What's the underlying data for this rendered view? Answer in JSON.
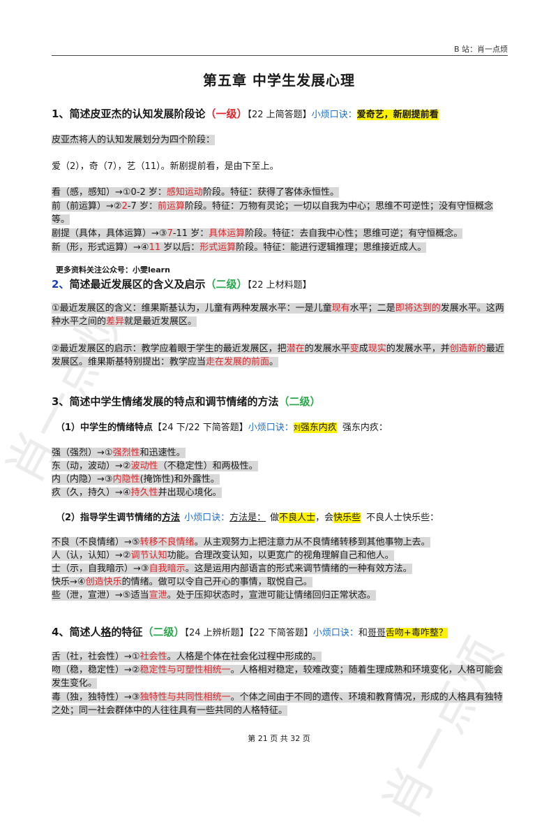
{
  "header": {
    "right": "B 站：肖一点烦"
  },
  "title": "第五章  中学生发展心理",
  "footer": "第 21 页 共 32 页",
  "promo": "更多资料关注公众号：小雯learn",
  "watermark": {
    "left": "肖一点烦",
    "right": "肖一点烦"
  },
  "s1": {
    "num": "1、",
    "title": "简述皮亚杰的认知发展阶段论",
    "level": "（一级）",
    "tag": "【22 上简答题】",
    "tip_label": "小烦口诀：",
    "tip": "爱奇艺，新剧提前看",
    "intro": "皮亚杰将人的认知发展划分为四个阶段：",
    "mnemonic": "爱（2），奇（7），艺（11）。新剧提前看，是由下至上。",
    "stages": [
      {
        "pre": "看（感，感知）→①0-2 岁：",
        "key": "感知运动",
        "post": "阶段。特征：获得了客体永恒性。"
      },
      {
        "pre": "前（前运算）→②",
        "age": "2",
        "pre2": "-7 岁：",
        "key": "前运算",
        "post": "阶段。特征：万物有灵论；一切以自我为中心；思维不可逆性；没有守恒概念等。"
      },
      {
        "pre": "剧提（具体，具体运算）→③",
        "age": "7",
        "pre2": "-11 岁：",
        "key": "具体运算",
        "post": "阶段。特征：去自我中心性；思维可逆；有守恒概念。"
      },
      {
        "pre": "新（形，形式运算）→④",
        "age": "11",
        "pre2": " 岁以后：",
        "key": "形式运算",
        "post": "阶段。特征：能进行逻辑推理；思维接近成人。"
      }
    ]
  },
  "s2": {
    "num": "2、",
    "title": "简述最近发展区的含义及启示",
    "level": "（二级）",
    "tag": "【22 上材料题】",
    "p1": {
      "a": "①最近发展区的含义：维果斯基认为，儿童有两种发展水平：一是儿童",
      "b": "现有",
      "c": "水平；二是",
      "d": "即将达到的",
      "e": "发展水平。这两种水平之间的",
      "f": "差异",
      "g": "就是最近发展区。"
    },
    "p2": {
      "a": "②最近发展区的启示：教学应着眼于学生的最近发展区，把",
      "b": "潜在",
      "c": "的发展水平",
      "d": "变",
      "e": "成",
      "f": "现实",
      "g": "的发展水平，并",
      "h": "创造新的",
      "i": "最近发展区。维果斯基特别提出：教学应当",
      "j": "走在发展的前面",
      "k": "。"
    }
  },
  "s3": {
    "num": "3、",
    "title": "简述中学生情绪发展的特点和调节情绪的方法",
    "level": "（二级）",
    "sub1": {
      "label": "（1）中学生的情绪特点",
      "tag": "【24 下/22 下简答题】",
      "tip_label": "小烦口诀：",
      "tip_small": "刘",
      "tip": "强东内疚",
      "after": "强东内疚："
    },
    "traits": [
      {
        "pre": "强（强烈）→①",
        "key": "强烈性",
        "post": "和迅速性。"
      },
      {
        "pre": "东（动，波动）→②",
        "key": "波动性",
        "post": "（不稳定性）和两极性。"
      },
      {
        "pre": "内（内隐）→③",
        "key": "内隐性",
        "post": "(掩饰性)和外露性。"
      },
      {
        "pre": "疚（久，持久）→④",
        "key": "持久性",
        "post": "并出现心境化。"
      }
    ],
    "sub2": {
      "label": "（2）指导学生调节情绪的",
      "label_ul": "方法",
      "tip_label": "小烦口诀：",
      "method_ul": "方法是：",
      "do": "做",
      "tip1": "不良人士",
      "hui": "，会",
      "tip2": "快乐些",
      "after": "不良人士快乐些："
    },
    "methods": [
      {
        "pre": "不良（不良情绪）→⑤",
        "key": "转移不良情绪",
        "post": "。从主观努力上把注意力从不良情绪转移到其他事物上去。"
      },
      {
        "pre": "人（认，认知）→②",
        "key": "调节认知",
        "post": "功能。合理改变认知，以更宽广的视角理解自己和他人。"
      },
      {
        "pre": "士（示，自我暗示）→③",
        "key": "自我暗示",
        "post": "。这是运用内部语言的形式来调节情绪的一种有效方法。"
      },
      {
        "pre": "快乐→④",
        "key": "创造快乐",
        "post": "的情绪。做可以令自己开心的事情，取悦自己。"
      },
      {
        "pre": "些（泄，宣泄）→⑤适当",
        "key": "宣泄",
        "post": "。处于压抑状态时，宣泄可能让情绪回归正常状态。"
      }
    ]
  },
  "s4": {
    "num": "4、",
    "title_a": "简述人",
    "title_ul": "格",
    "title_b": "的特征",
    "level": "（二级）",
    "tag1": "【24 上辨析题】",
    "tag2": "【22 下简答题】",
    "tip_label": "小烦口诀：",
    "he": "和",
    "ge_ul": "哥哥",
    "tip": "舌吻+毒咋整？",
    "items": [
      {
        "pre": "舌（社，社会性）→①",
        "key": "社会性",
        "post": "。人格是个体在社会化过程中形成的。"
      },
      {
        "pre": "吻（稳，稳定性）→②",
        "key": "稳定性与可塑性相统一",
        "post": "。人格相对稳定，较难改变；随着生理成熟和环境变化，人格可能会发生变化。"
      },
      {
        "pre": "毒（独，独特性）→③",
        "key": "独特性与共同性相统一",
        "post": "。个体之间由于不同的遗传、环境和教育情况，形成的人格具有独特之处；同一社会群体中的人往往具有一些共同的人格特征。"
      }
    ]
  }
}
